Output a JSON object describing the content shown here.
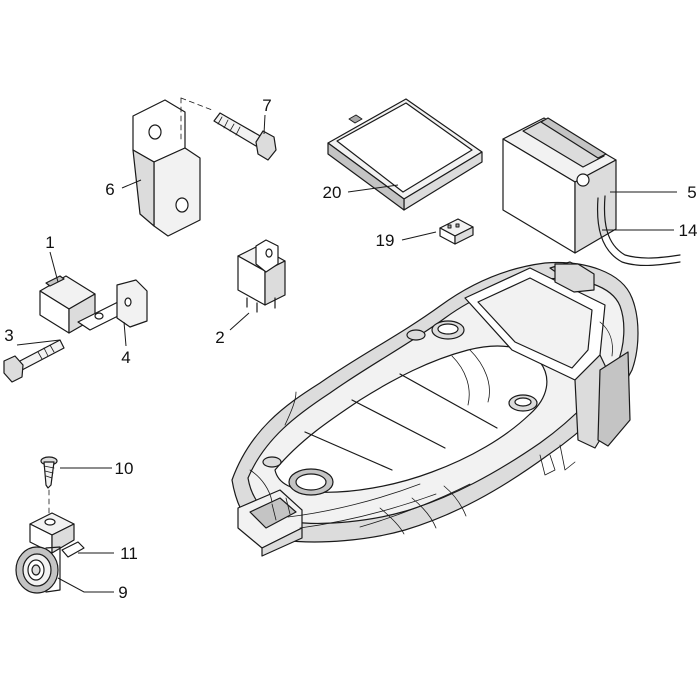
{
  "callouts": {
    "c1": "1",
    "c2": "2",
    "c3": "3",
    "c4": "4",
    "c5": "5",
    "c6": "6",
    "c7": "7",
    "c9": "9",
    "c10": "10",
    "c11": "11",
    "c14": "14",
    "c19": "19",
    "c20": "20"
  }
}
